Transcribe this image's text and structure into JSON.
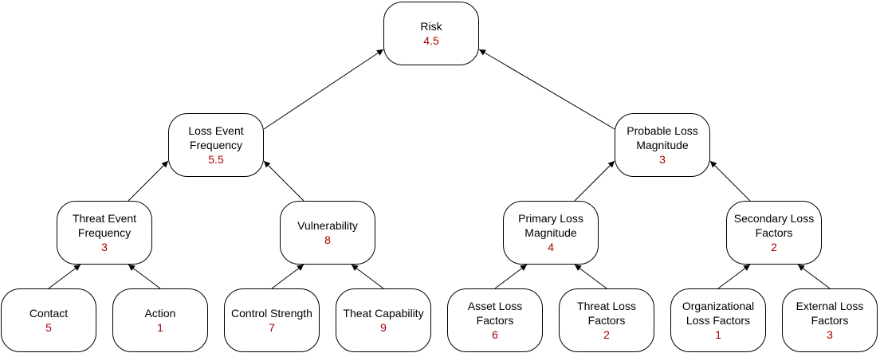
{
  "diagram": {
    "colors": {
      "value": "#a50000",
      "border": "#000000",
      "edge": "#000000"
    },
    "nodes": [
      {
        "id": "risk",
        "label": "Risk",
        "value": "4.5"
      },
      {
        "id": "lef",
        "label": "Loss Event\nFrequency",
        "value": "5.5"
      },
      {
        "id": "plm",
        "label": "Probable Loss\nMagnitude",
        "value": "3"
      },
      {
        "id": "tef",
        "label": "Threat Event\nFrequency",
        "value": "3"
      },
      {
        "id": "vuln",
        "label": "Vulnerability",
        "value": "8"
      },
      {
        "id": "prlm",
        "label": "Primary Loss\nMagnitude",
        "value": "4"
      },
      {
        "id": "slf",
        "label": "Secondary Loss\nFactors",
        "value": "2"
      },
      {
        "id": "contact",
        "label": "Contact",
        "value": "5"
      },
      {
        "id": "action",
        "label": "Action",
        "value": "1"
      },
      {
        "id": "cs",
        "label": "Control Strength",
        "value": "7"
      },
      {
        "id": "tc",
        "label": "Theat Capability",
        "value": "9"
      },
      {
        "id": "alf",
        "label": "Asset Loss\nFactors",
        "value": "6"
      },
      {
        "id": "tlf",
        "label": "Threat Loss\nFactors",
        "value": "2"
      },
      {
        "id": "olf",
        "label": "Organizational\nLoss Factors",
        "value": "1"
      },
      {
        "id": "elf",
        "label": "External Loss\nFactors",
        "value": "3"
      }
    ]
  }
}
